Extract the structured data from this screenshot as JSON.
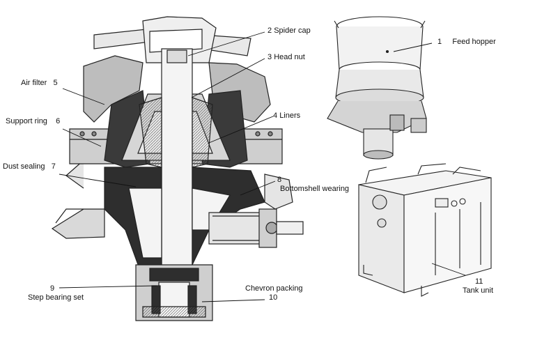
{
  "labels": {
    "spider_cap": {
      "num": "2",
      "text": "Spider cap"
    },
    "head_nut": {
      "num": "3",
      "text": "Head nut"
    },
    "liners": {
      "num": "4",
      "text": "Liners"
    },
    "air_filter": {
      "num": "5",
      "text": "Air filter"
    },
    "support_ring": {
      "num": "6",
      "text": "Support ring"
    },
    "dust_sealing": {
      "num": "7",
      "text": "Dust sealing"
    },
    "bottomshell_wearing": {
      "num": "8",
      "text": "Bottomshell wearing"
    },
    "step_bearing_set": {
      "num": "9",
      "text": "Step bearing set"
    },
    "chevron_packing": {
      "num": "10",
      "text": "Chevron packing"
    },
    "feed_hopper": {
      "num": "1",
      "text": "Feed hopper"
    },
    "tank_unit": {
      "num": "11",
      "text": "Tank unit"
    }
  }
}
